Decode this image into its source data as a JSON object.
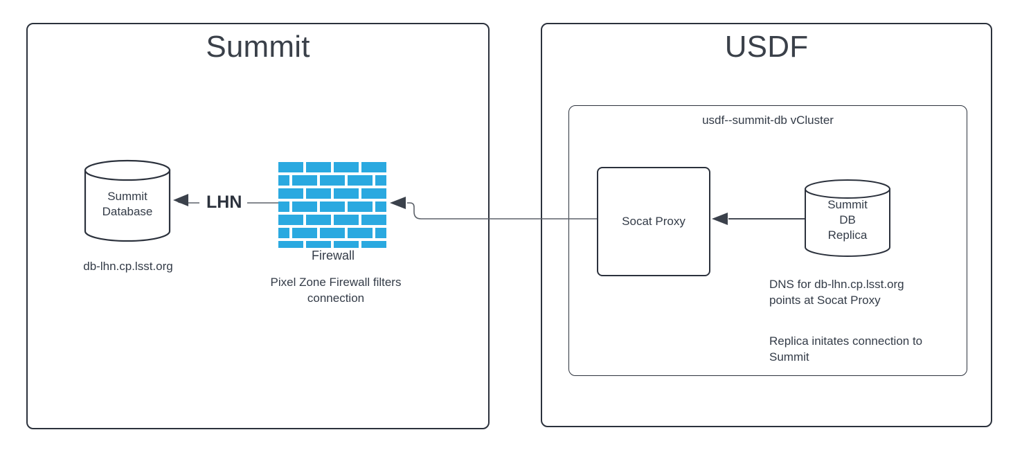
{
  "diagram": {
    "title_alt": "Summit to USDF database replication",
    "colors": {
      "brick": "#2aa9e0",
      "outline": "#2b313c",
      "text": "#333b47",
      "wire": "#5b6068",
      "background": "#ffffff"
    }
  },
  "summit_zone": {
    "title": "Summit",
    "database": {
      "label_line1": "Summit",
      "label_line2": "Database",
      "caption": "db-lhn.cp.lsst.org"
    },
    "firewall": {
      "label": "Firewall",
      "caption": "Pixel Zone Firewall filters\nconnection",
      "rows": 7,
      "full_bricks_per_row": 4
    },
    "link_label": "LHN"
  },
  "usdf_zone": {
    "title": "USDF",
    "vcluster": {
      "title": "usdf--summit-db vCluster",
      "proxy": {
        "label": "Socat Proxy"
      },
      "replica": {
        "label_line1": "Summit",
        "label_line2": "DB",
        "label_line3": "Replica",
        "note_dns": "DNS for db-lhn.cp.lsst.org\npoints at Socat Proxy",
        "note_conn": "Replica initates connection to\nSummit"
      }
    }
  }
}
